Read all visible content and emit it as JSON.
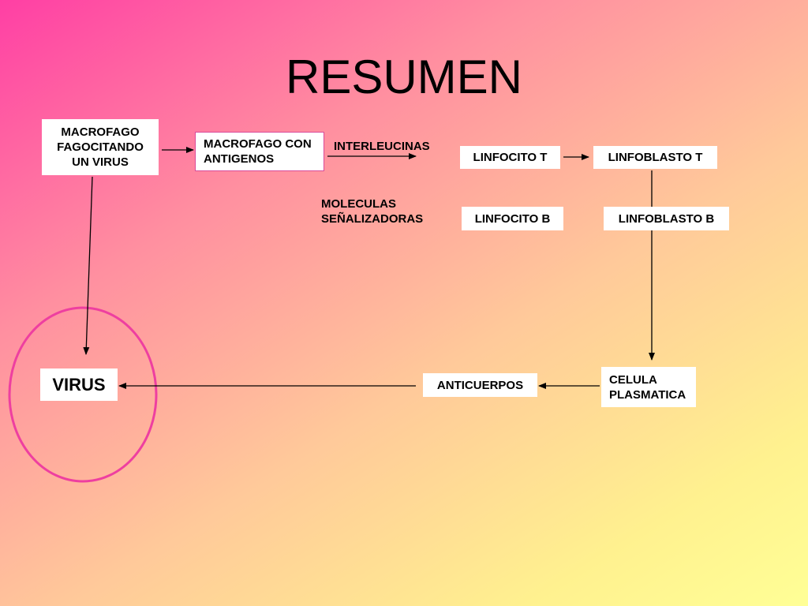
{
  "title": "RESUMEN",
  "nodes": {
    "macrofago_fagocitando": "MACROFAGO FAGOCITANDO UN VIRUS",
    "macrofago_antigenos": "MACROFAGO CON ANTIGENOS",
    "linfocito_t": "LINFOCITO T",
    "linfoblasto_t": "LINFOBLASTO T",
    "linfocito_b": "LINFOCITO B",
    "linfoblasto_b": "LINFOBLASTO B",
    "celula_plasmatica": "CELULA PLASMATICA",
    "anticuerpos": "ANTICUERPOS",
    "virus": "VIRUS"
  },
  "labels": {
    "interleucinas": "INTERLEUCINAS",
    "moleculas": "MOLECULAS SEÑALIZADORAS"
  },
  "colors": {
    "highlight_ellipse": "#ee3fa0",
    "arrow": "#000000"
  }
}
